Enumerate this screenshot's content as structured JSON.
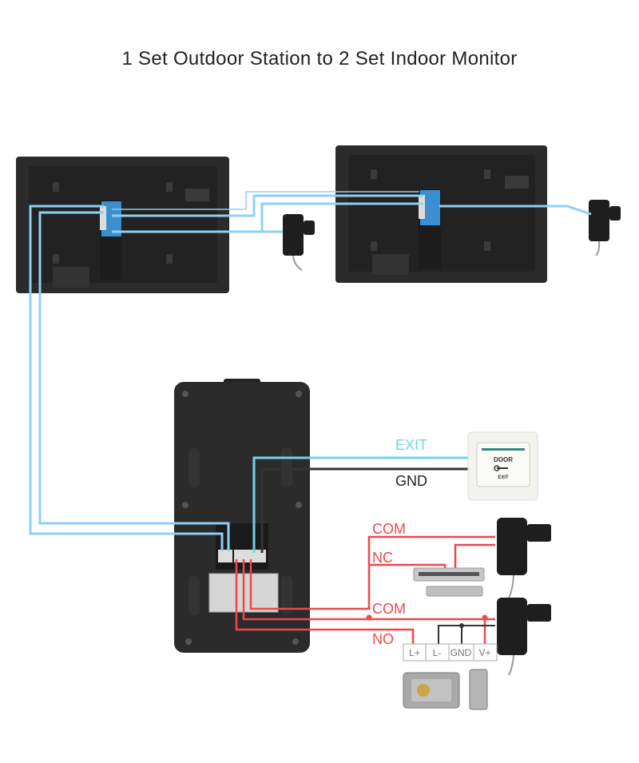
{
  "title": "1 Set Outdoor Station to 2 Set Indoor Monitor",
  "labels": {
    "exit": "EXIT",
    "gnd": "GND",
    "com1": "COM",
    "nc": "NC",
    "com2": "COM",
    "no": "NO"
  },
  "terminals": [
    "L+",
    "L-",
    "GND",
    "V+"
  ],
  "exit_button": {
    "line1": "DOOR",
    "line2": "EXIT"
  },
  "colors": {
    "video_wire": "#8fd0f0",
    "exit_wire": "#6fd3ee",
    "gnd_wire": "#333333",
    "lock_wire": "#f0474a",
    "device": "#2b2b2b"
  }
}
